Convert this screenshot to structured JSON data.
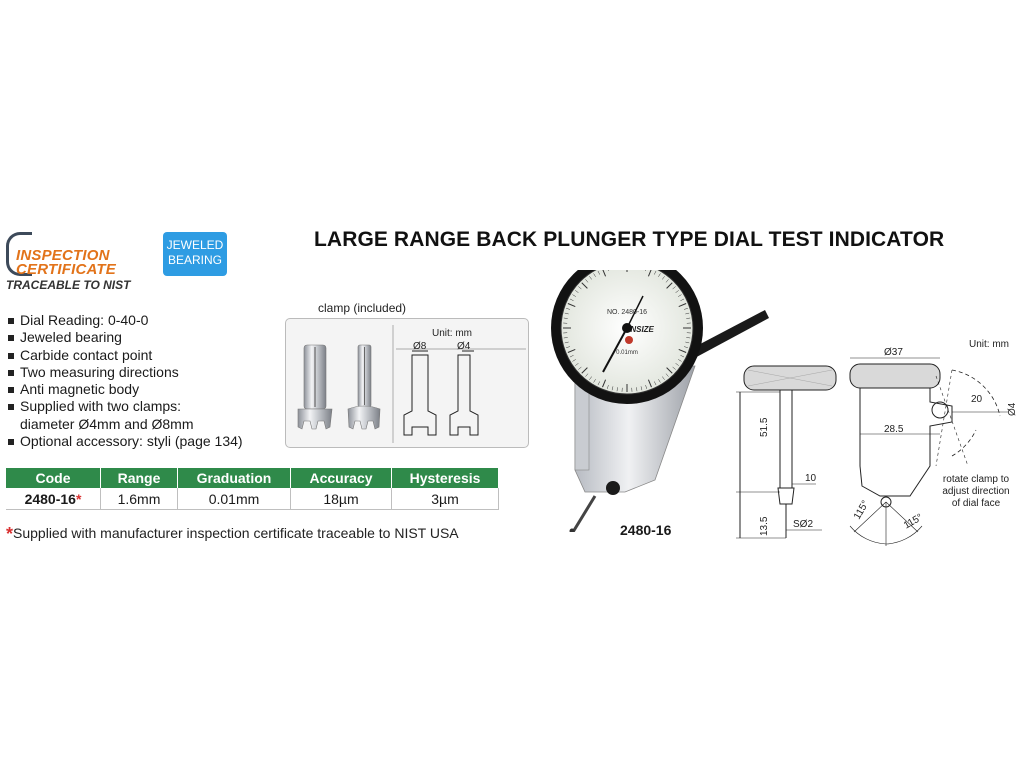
{
  "logos": {
    "certificate_line1": "INSPECTION",
    "certificate_line2": "CERTIFICATE",
    "traceable": "TRACEABLE TO NIST",
    "jeweled_line1": "JEWELED",
    "jeweled_line2": "BEARING"
  },
  "title": "LARGE RANGE BACK PLUNGER TYPE DIAL TEST INDICATOR",
  "features": [
    "Dial Reading: 0-40-0",
    "Jeweled bearing",
    "Carbide contact point",
    "Two measuring directions",
    "Anti magnetic body",
    "Supplied with two clamps:",
    "diameter Ø4mm and Ø8mm",
    "Optional accessory: styli (page 134)"
  ],
  "table": {
    "headers": [
      "Code",
      "Range",
      "Graduation",
      "Accuracy",
      "Hysteresis"
    ],
    "row": [
      "2480-16",
      "1.6mm",
      "0.01mm",
      "18µm",
      "3µm"
    ],
    "code_marker": "*"
  },
  "footnote": {
    "marker": "*",
    "text": "Supplied with manufacturer inspection certificate traceable to NIST USA"
  },
  "clamp": {
    "title": "clamp (included)",
    "unit": "Unit: mm",
    "d8": "Ø8",
    "d4": "Ø4"
  },
  "dial_face": {
    "brand": "INSIZE",
    "model_text": "NO. 2480-16",
    "reading_text": "0.01mm"
  },
  "model_label": "2480-16",
  "drawing_side": {
    "dim_51_5": "51.5",
    "dim_10": "10",
    "dim_13_5": "13.5",
    "dim_s02": "SØ2"
  },
  "drawing_front": {
    "unit": "Unit: mm",
    "dim_37": "Ø37",
    "dim_20": "20",
    "dim_4": "Ø4",
    "dim_28_5": "28.5",
    "angle_left": "115°",
    "angle_right": "115°",
    "note_line1": "rotate clamp to",
    "note_line2": "adjust direction",
    "note_line3": "of dial face"
  },
  "colors": {
    "table_header": "#2f8a4a",
    "certificate_orange": "#e2731a",
    "jeweled_blue": "#2e9ce3",
    "marker_red": "#d93030"
  }
}
